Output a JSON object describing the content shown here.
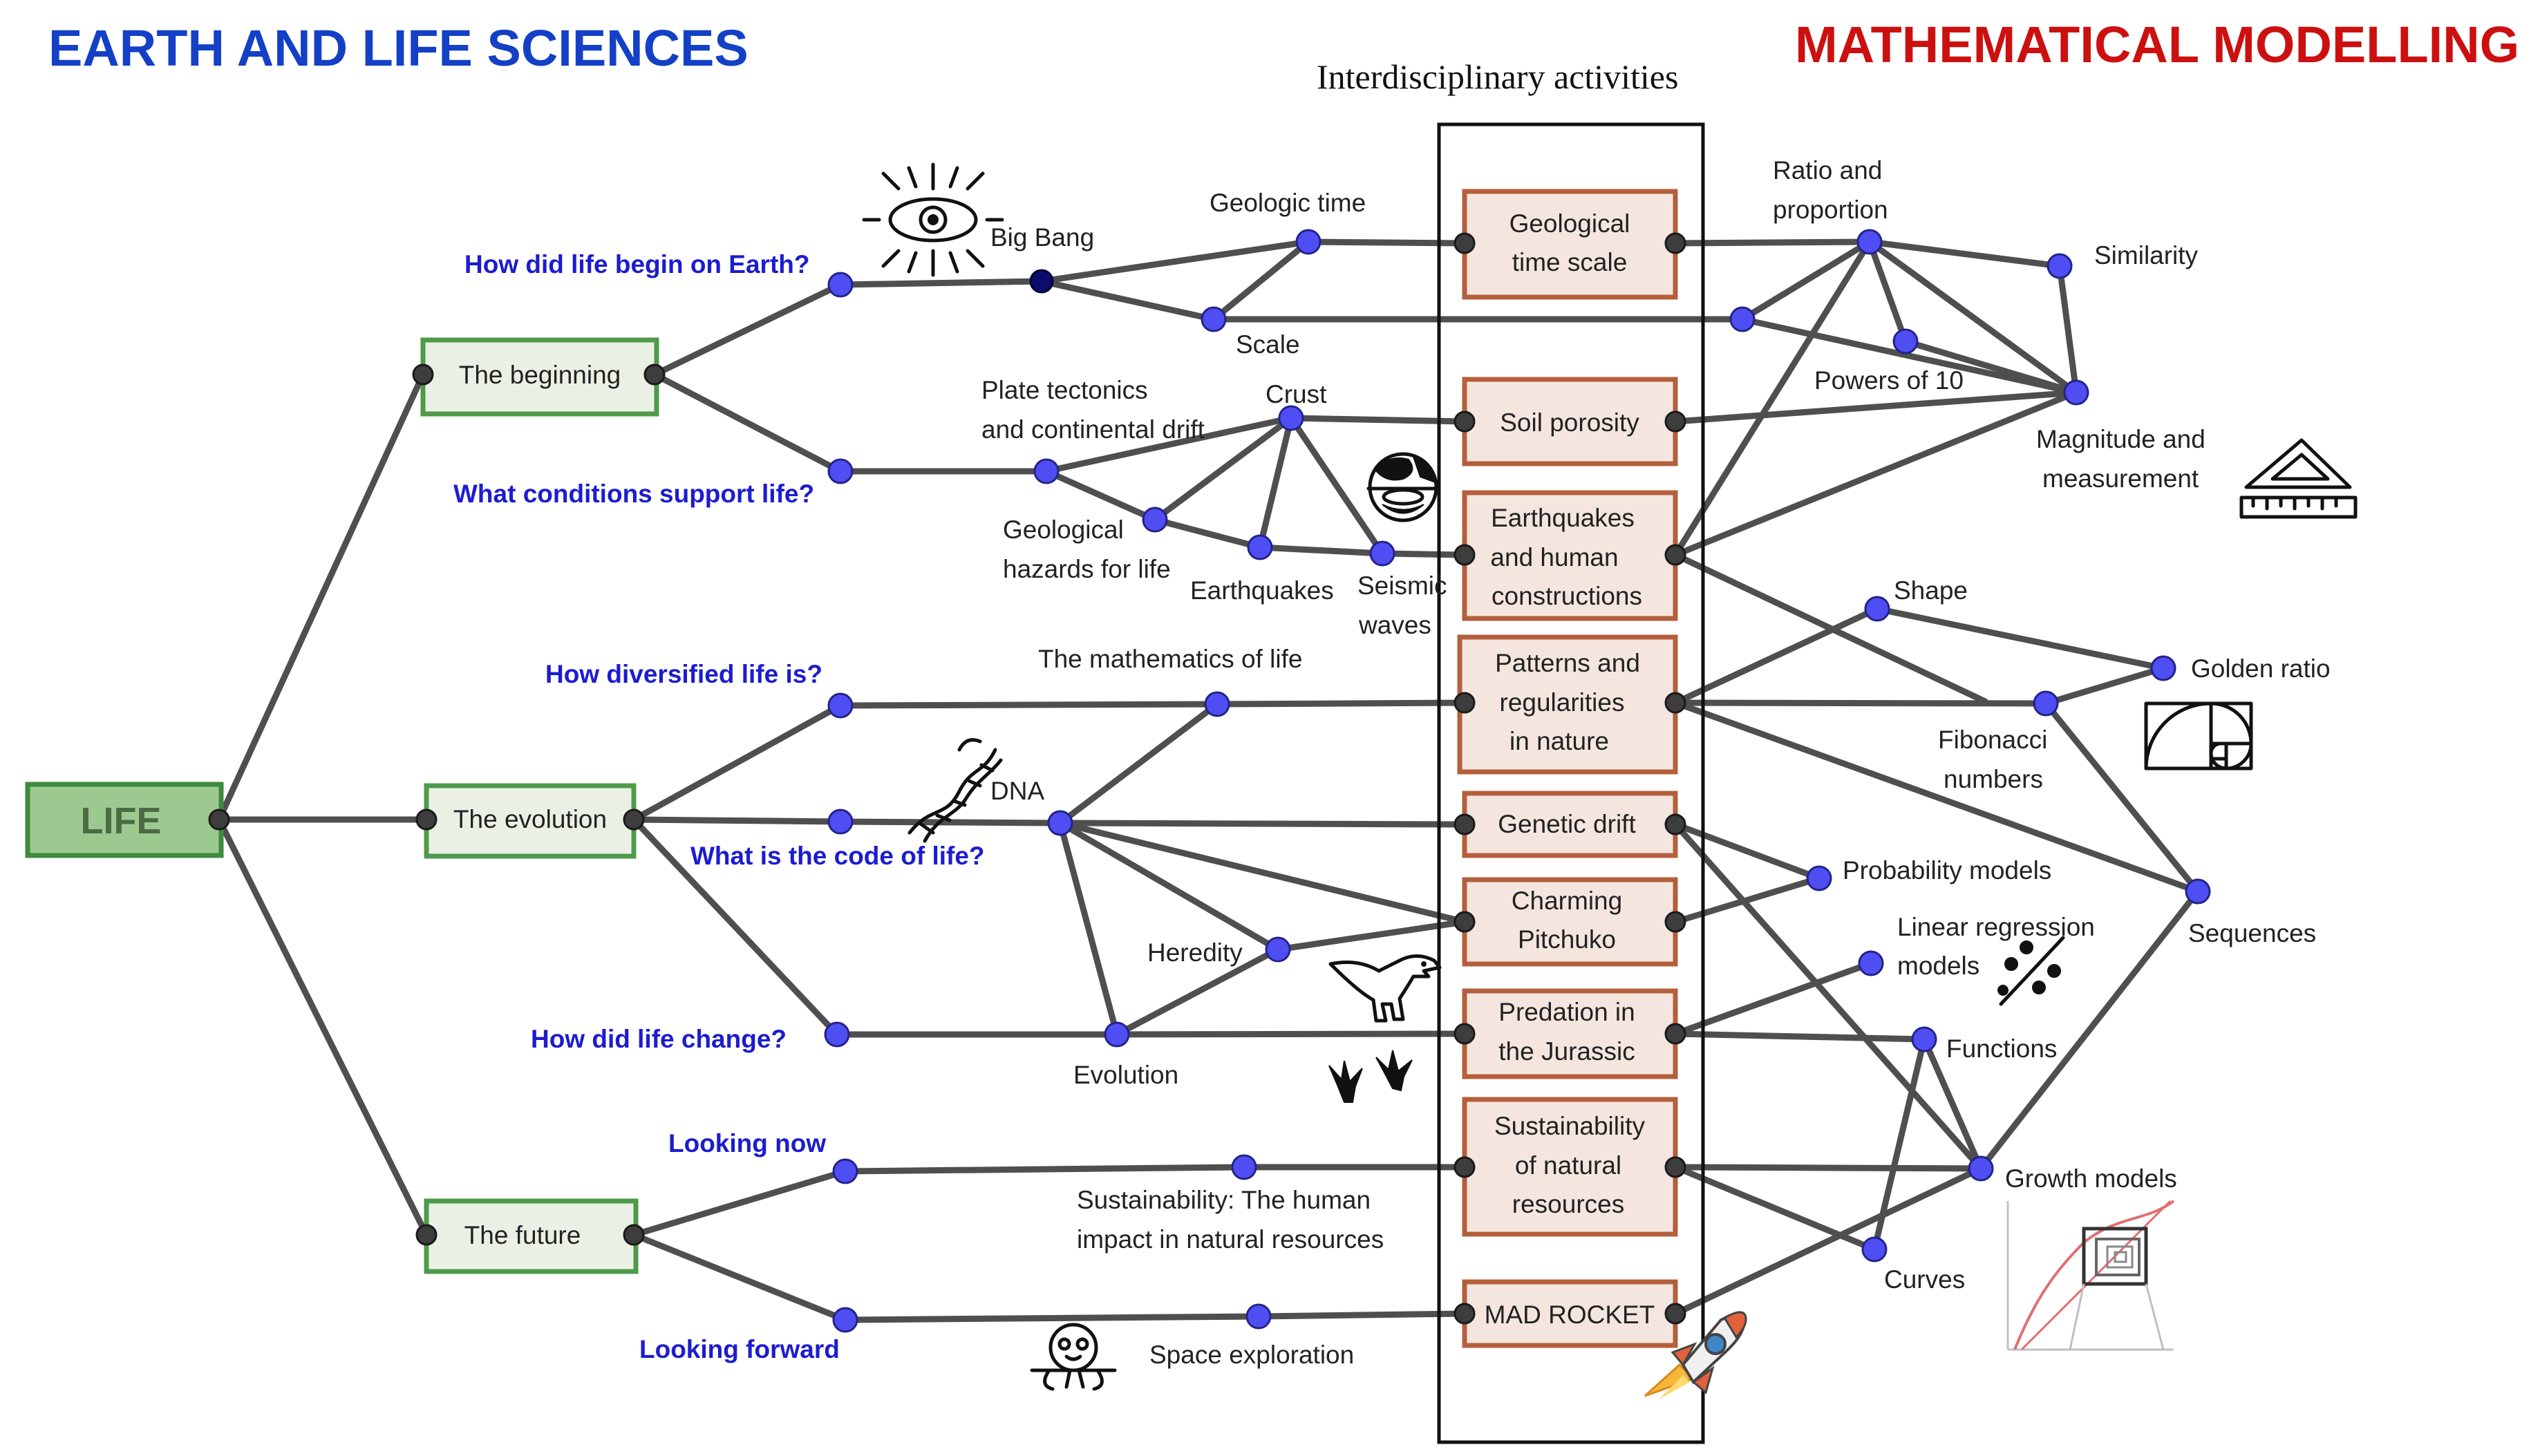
{
  "headers": {
    "left": "EARTH AND LIFE SCIENCES",
    "center": "Interdisciplinary activities",
    "right": "MATHEMATICAL MODELLING"
  },
  "root": "LIFE",
  "branches": {
    "beginning": "The beginning",
    "evolution": "The evolution",
    "future": "The future"
  },
  "questions": {
    "q1": "How did life begin on Earth?",
    "q2": "What conditions support life?",
    "q3": "How diversified life is?",
    "q4": "What is the code of life?",
    "q5": "How did life change?",
    "q6": "Looking now",
    "q7": "Looking forward"
  },
  "topics": {
    "big_bang": "Big Bang",
    "geologic_time": "Geologic time",
    "scale": "Scale",
    "plate_tectonics": [
      "Plate tectonics",
      "and continental drift"
    ],
    "crust": "Crust",
    "geo_hazards": [
      "Geological",
      "hazards for life"
    ],
    "earthquakes": "Earthquakes",
    "seismic_waves": [
      "Seismic",
      "waves"
    ],
    "math_of_life": "The mathematics of life",
    "dna": "DNA",
    "heredity": "Heredity",
    "evolution": "Evolution",
    "sustainability": [
      "Sustainability: The human",
      "impact in natural resources"
    ],
    "space_exploration": "Space exploration"
  },
  "activities": {
    "geo_time_scale": [
      "Geological",
      "time scale"
    ],
    "soil_porosity": [
      "Soil porosity"
    ],
    "earthquakes_constructions": [
      "Earthquakes",
      "and human",
      "constructions"
    ],
    "patterns": [
      "Patterns and",
      "regularities",
      "in nature"
    ],
    "genetic_drift": [
      "Genetic drift"
    ],
    "charming_pitchuko": [
      "Charming",
      "Pitchuko"
    ],
    "predation": [
      "Predation in",
      "the Jurassic"
    ],
    "sustainability_resources": [
      "Sustainability",
      "of natural",
      "resources"
    ],
    "mad_rocket": [
      "MAD ROCKET"
    ]
  },
  "math_concepts": {
    "ratio": [
      "Ratio and",
      "proportion"
    ],
    "similarity": "Similarity",
    "powers_of_10": "Powers of 10",
    "magnitude": [
      "Magnitude and",
      "measurement"
    ],
    "shape": "Shape",
    "golden_ratio": "Golden ratio",
    "fibonacci": [
      "Fibonacci",
      "numbers"
    ],
    "probability": "Probability models",
    "linear_regression": [
      "Linear regression",
      "models"
    ],
    "sequences": "Sequences",
    "functions": "Functions",
    "growth": "Growth models",
    "curves": "Curves"
  },
  "icon_names": [
    "sun-eye-icon",
    "earth-layers-icon",
    "dna-icon",
    "triangle-ruler-icon",
    "golden-spiral-icon",
    "percent-icon",
    "dinosaur-icon",
    "footprints-icon",
    "growth-chart-icon",
    "space-creature-icon",
    "rocket-icon"
  ],
  "colors": {
    "question_blue": "#1c1cd0",
    "header_blue": "#1340c6",
    "header_red": "#cc1010",
    "node_blue": "#4e4ef2",
    "activity_border": "#b45f3c",
    "branch_border": "#4f9a4a"
  }
}
